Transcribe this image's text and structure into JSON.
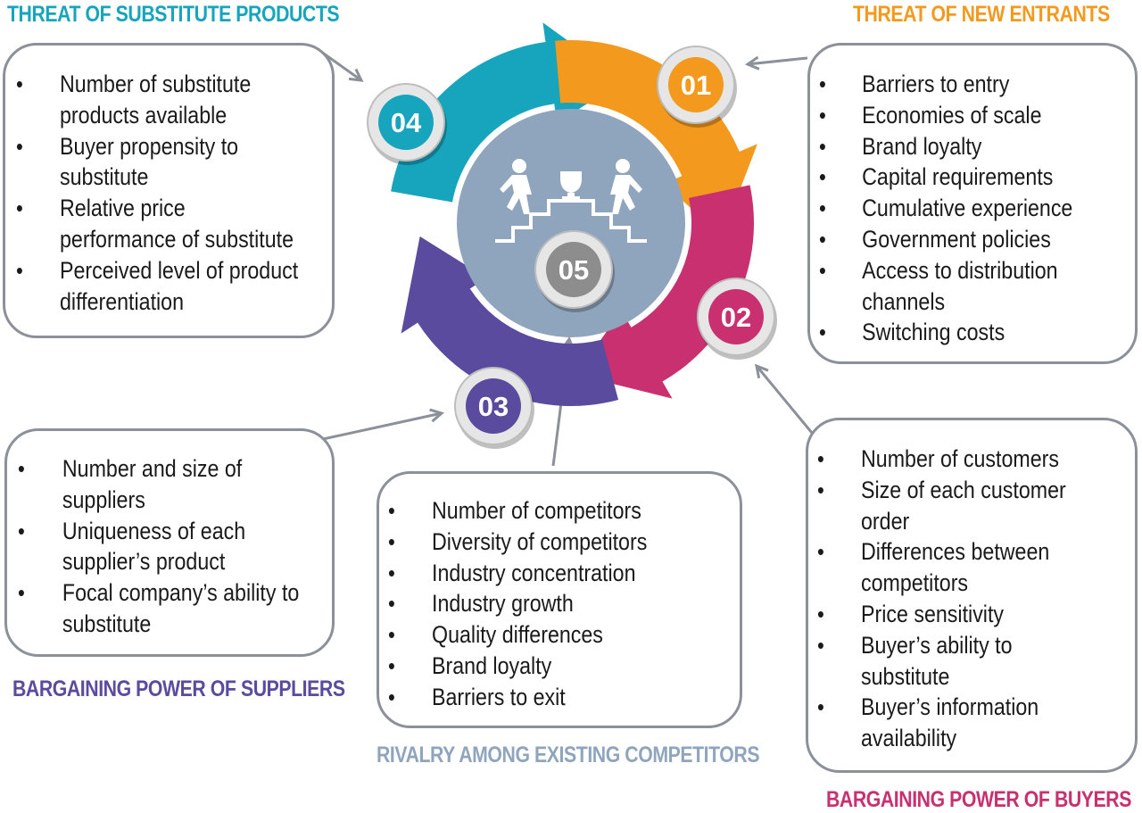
{
  "colors": {
    "teal": "#17a5bd",
    "orange": "#f39a1e",
    "magenta": "#c9306f",
    "purple": "#5a4b9f",
    "slate": "#8fa5bd",
    "center": "#8d8d8d",
    "border": "#8c9098"
  },
  "forces": [
    {
      "id": "substitutes",
      "number": "04",
      "title": "THREAT OF SUBSTITUTE PRODUCTS",
      "items": [
        "Number of substitute",
        "products available",
        "Buyer propensity to",
        "substitute",
        "Relative price",
        "performance of substitute",
        "Perceived level of product",
        "differentiation"
      ],
      "bullets": [
        true,
        false,
        true,
        false,
        true,
        false,
        true,
        false
      ]
    },
    {
      "id": "new-entrants",
      "number": "01",
      "title": "THREAT OF NEW ENTRANTS",
      "items": [
        "Barriers to entry",
        "Economies of scale",
        "Brand loyalty",
        "Capital requirements",
        "Cumulative experience",
        "Government policies",
        "Access to distribution",
        "channels",
        "Switching costs"
      ],
      "bullets": [
        true,
        true,
        true,
        true,
        true,
        true,
        true,
        false,
        true
      ]
    },
    {
      "id": "suppliers",
      "number": "03",
      "title": "BARGAINING POWER OF SUPPLIERS",
      "items": [
        "Number and size of",
        "suppliers",
        "Uniqueness of each",
        "supplier’s product",
        "Focal company’s ability to",
        "substitute"
      ],
      "bullets": [
        true,
        false,
        true,
        false,
        true,
        false
      ]
    },
    {
      "id": "rivalry",
      "number": "05",
      "title": "RIVALRY AMONG EXISTING COMPETITORS",
      "items": [
        "Number of competitors",
        "Diversity of competitors",
        "Industry concentration",
        "Industry growth",
        "Quality differences",
        "Brand loyalty",
        "Barriers to exit"
      ],
      "bullets": [
        true,
        true,
        true,
        true,
        true,
        true,
        true
      ]
    },
    {
      "id": "buyers",
      "number": "02",
      "title": "BARGAINING POWER OF BUYERS",
      "items": [
        "Number of customers",
        "Size of each customer",
        "order",
        "Differences between",
        "competitors",
        "Price sensitivity",
        "Buyer’s ability to",
        "substitute",
        "Buyer’s information",
        "availability"
      ],
      "bullets": [
        true,
        true,
        false,
        true,
        false,
        true,
        true,
        false,
        true,
        false
      ]
    }
  ]
}
